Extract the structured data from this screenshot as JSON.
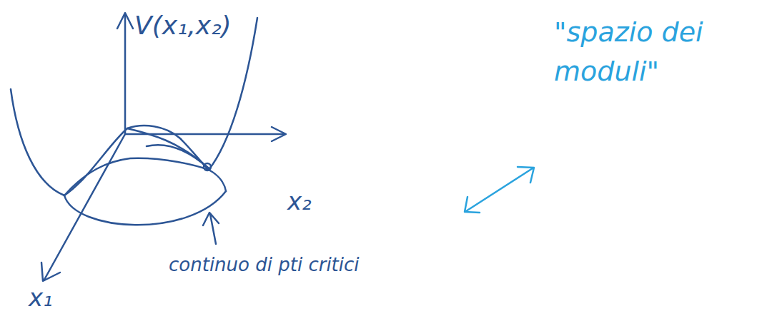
{
  "diagram": {
    "labels": [
      "V(x₁,x₂)",
      "x₂",
      "x₁",
      "continuo di pti critici",
      "\"spazio dei moduli\""
    ]
  }
}
